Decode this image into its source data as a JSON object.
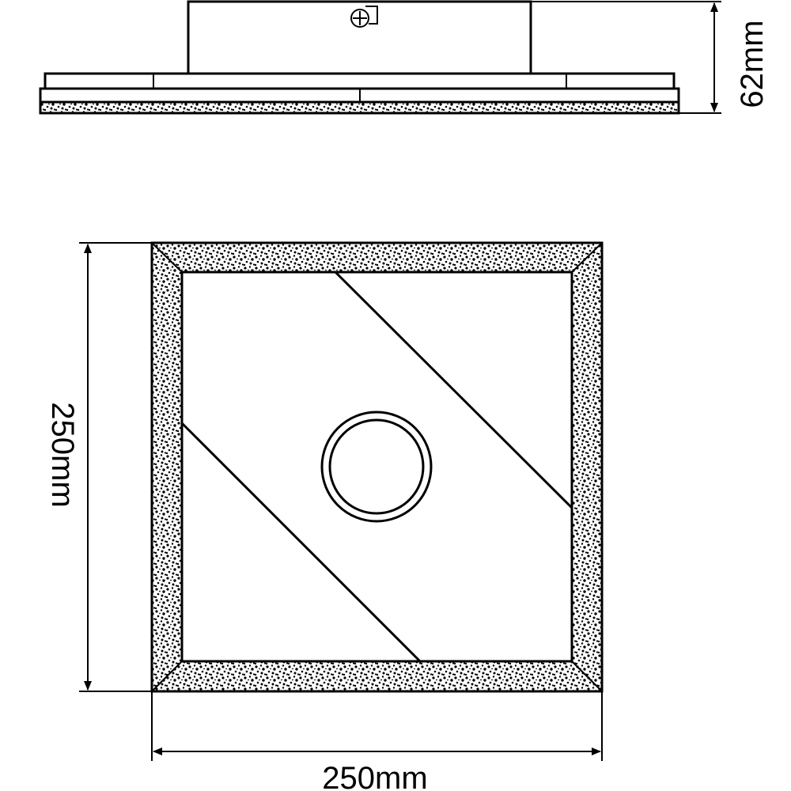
{
  "dimensions": {
    "height_label": "62mm",
    "depth_label": "250mm",
    "width_label": "250mm"
  },
  "colors": {
    "line": "#000000",
    "background": "#ffffff"
  }
}
